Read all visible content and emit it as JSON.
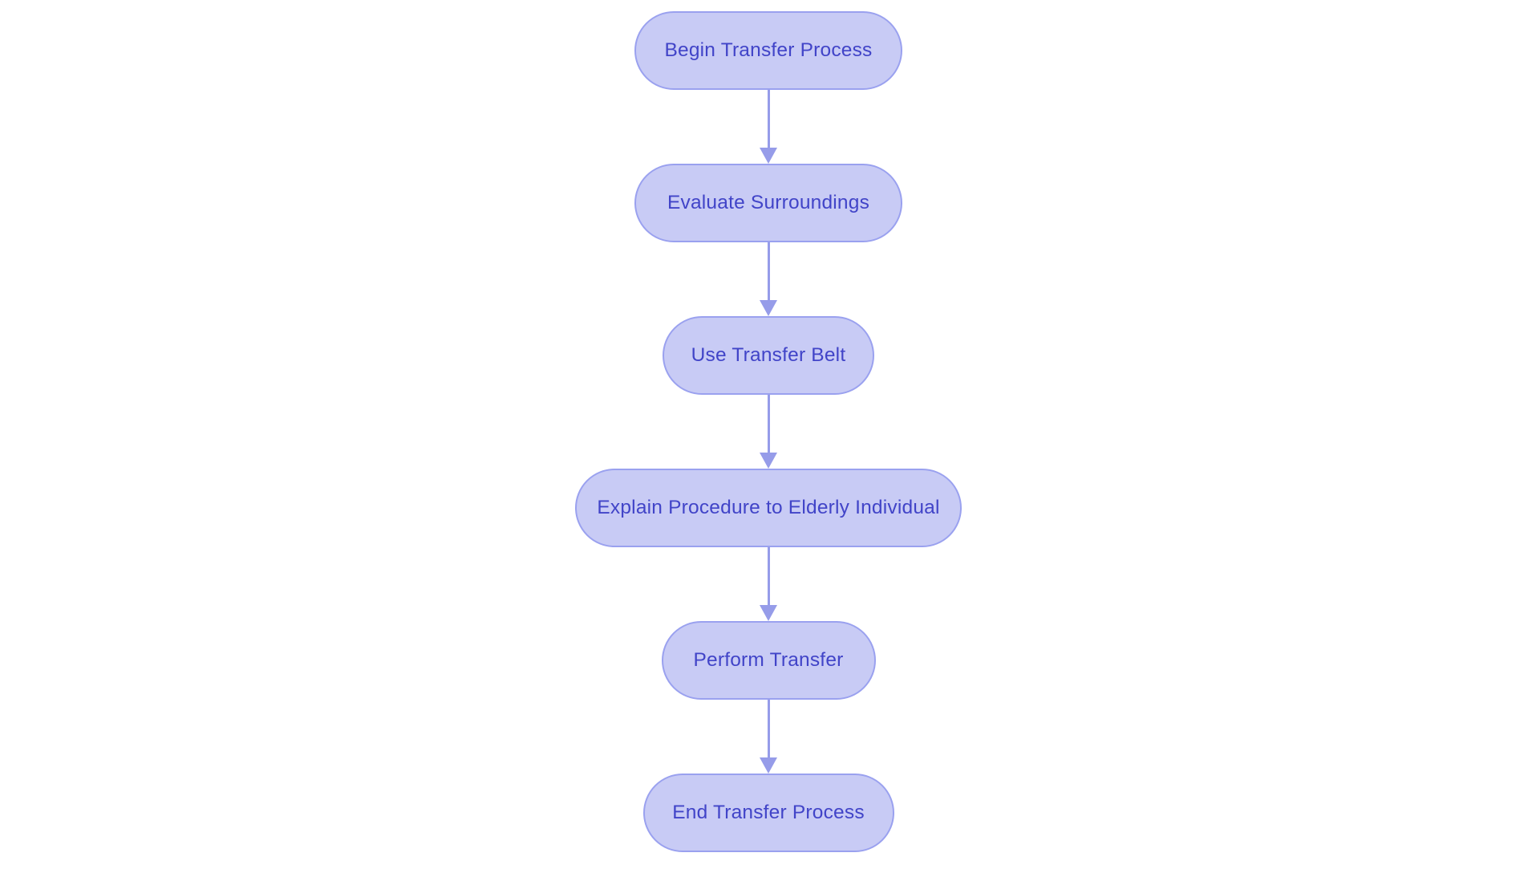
{
  "flowchart": {
    "type": "flowchart",
    "direction": "top-down",
    "theme": {
      "background": "#ffffff",
      "node_fill": "#c8cbf5",
      "node_border": "#9aa1ef",
      "node_text": "#4144c8",
      "arrow_color": "#969ce9"
    },
    "nodes": [
      {
        "label": "Begin Transfer Process"
      },
      {
        "label": "Evaluate Surroundings"
      },
      {
        "label": "Use Transfer Belt"
      },
      {
        "label": "Explain Procedure to Elderly Individual"
      },
      {
        "label": "Perform Transfer"
      },
      {
        "label": "End Transfer Process"
      }
    ],
    "edges": [
      {
        "from": "Begin Transfer Process",
        "to": "Evaluate Surroundings"
      },
      {
        "from": "Evaluate Surroundings",
        "to": "Use Transfer Belt"
      },
      {
        "from": "Use Transfer Belt",
        "to": "Explain Procedure to Elderly Individual"
      },
      {
        "from": "Explain Procedure to Elderly Individual",
        "to": "Perform Transfer"
      },
      {
        "from": "Perform Transfer",
        "to": "End Transfer Process"
      }
    ]
  }
}
